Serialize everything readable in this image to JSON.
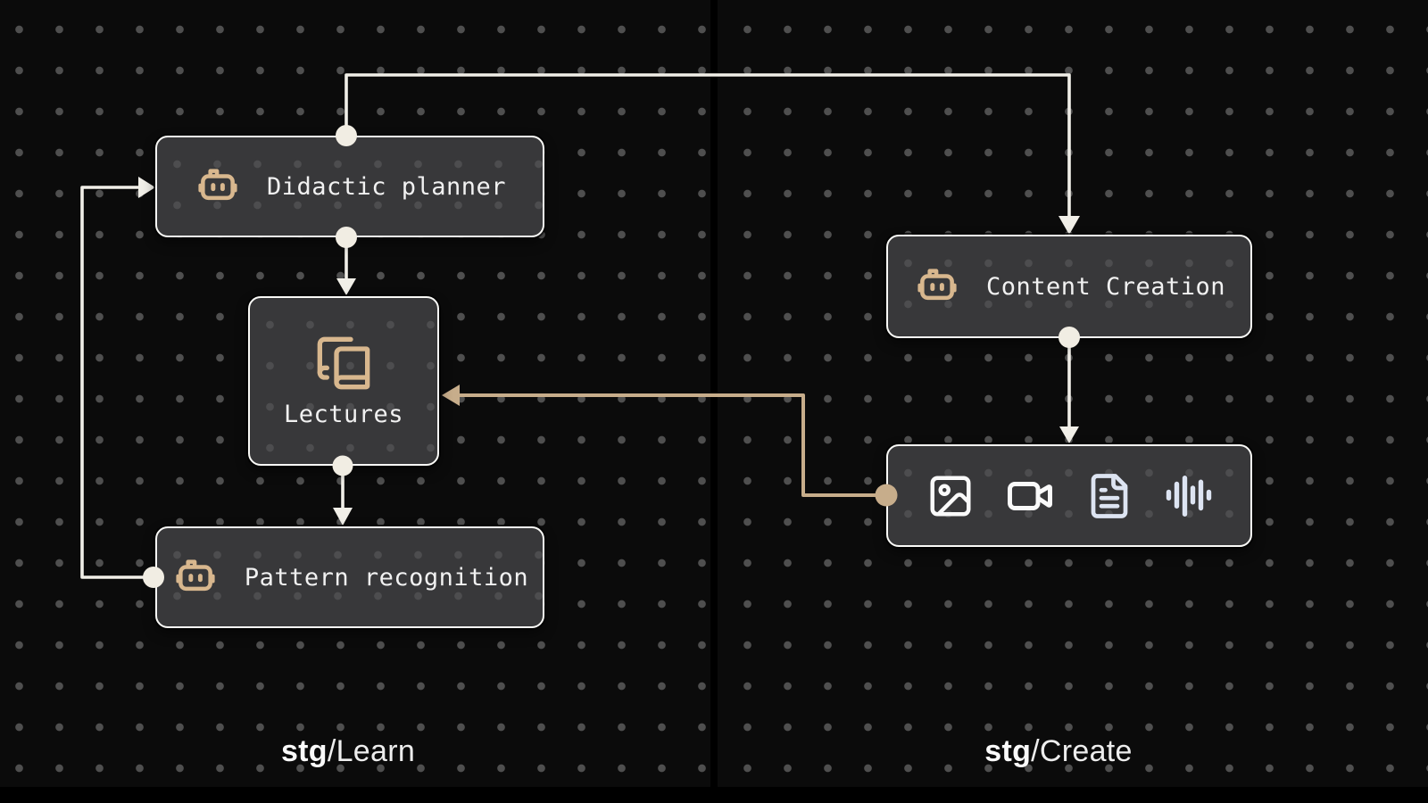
{
  "diagram": {
    "stages": [
      {
        "id": "learn",
        "label_bold": "stg",
        "label_rest": "/Learn"
      },
      {
        "id": "create",
        "label_bold": "stg",
        "label_rest": "/Create"
      }
    ],
    "nodes": [
      {
        "id": "didactic-planner",
        "label": "Didactic planner",
        "icon": "robot-icon",
        "stage": "learn"
      },
      {
        "id": "lectures",
        "label": "Lectures",
        "icon": "book-copy-icon",
        "stage": "learn"
      },
      {
        "id": "pattern-recognition",
        "label": "Pattern recognition",
        "icon": "robot-icon",
        "stage": "learn"
      },
      {
        "id": "content-creation",
        "label": "Content Creation",
        "icon": "robot-icon",
        "stage": "create"
      },
      {
        "id": "media-outputs",
        "label": "",
        "icons": [
          "image-icon",
          "video-icon",
          "file-text-icon",
          "audio-waveform-icon"
        ],
        "stage": "create"
      }
    ],
    "edges": [
      {
        "from": "didactic-planner",
        "to": "content-creation",
        "color": "#f1efe8"
      },
      {
        "from": "didactic-planner",
        "to": "lectures",
        "color": "#f1efe8"
      },
      {
        "from": "lectures",
        "to": "pattern-recognition",
        "color": "#f1efe8"
      },
      {
        "from": "pattern-recognition",
        "to": "didactic-planner",
        "color": "#f1efe8"
      },
      {
        "from": "content-creation",
        "to": "media-outputs",
        "color": "#f1efe8"
      },
      {
        "from": "media-outputs",
        "to": "lectures",
        "color": "#c7ad8b"
      }
    ],
    "colors": {
      "background": "#0b0b0b",
      "node_fill": "#38383a",
      "node_border": "#fafaf7",
      "accent_tan": "#d8b78e",
      "edge_white": "#f1efe8",
      "edge_tan": "#c7ad8b",
      "connector_white": "#f1ede3",
      "connector_tan": "#c7ad8b",
      "dot_grid": "#4f4f4f"
    }
  }
}
